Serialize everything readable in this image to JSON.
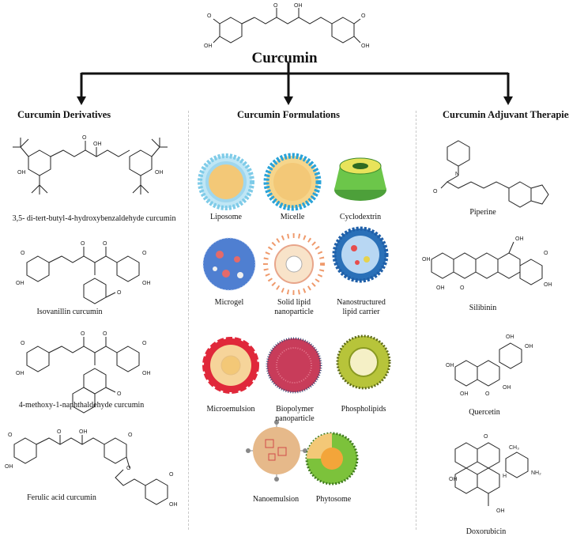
{
  "main": {
    "title": "Curcumin"
  },
  "columns": {
    "derivatives": {
      "heading": "Curcumin Derivatives",
      "items": [
        "3,5- di-tert-butyl-4-hydroxybenzaldehyde curcumin",
        "Isovanillin curcumin",
        "4-methoxy-1-naphthaldehyde curcumin",
        "Ferulic acid curcumin"
      ]
    },
    "formulations": {
      "heading": "Curcumin Formulations",
      "items": [
        "Liposome",
        "Micelle",
        "Cyclodextrin",
        "Microgel",
        "Solid lipid\nnanoparticle",
        "Nanostructured\nlipid carrier",
        "Microemulsion",
        "Biopolymer\nnanoparticle",
        "Phospholipids",
        "Nanoemulsion",
        "Phytosome"
      ]
    },
    "adjuvants": {
      "heading": "Curcumin Adjuvant Therapies",
      "items": [
        "Piperine",
        "Silibinin",
        "Quercetin",
        "Doxorubicin"
      ]
    }
  },
  "atoms": {
    "methoxy": "O",
    "hydroxy": "OH",
    "oxo": "O",
    "nitrogen": "N",
    "hydrogen": "H",
    "methyl": "CH₃",
    "amine": "NH₂"
  },
  "colors": {
    "liposome": "#7ecbe8",
    "micelle": "#2aa3d8",
    "core": "#f3c877",
    "cyclodextrin": "#6cc64a",
    "microgel": "#4f7fd1",
    "solid_lipid": "#ef9a6c",
    "nlc": "#1f5fa8",
    "microemulsion": "#e0283a",
    "biopolymer": "#c83c5a",
    "phospholipid": "#b7c43a",
    "nanoemulsion": "#e6b98a",
    "phytosome": "#7cc23b"
  }
}
